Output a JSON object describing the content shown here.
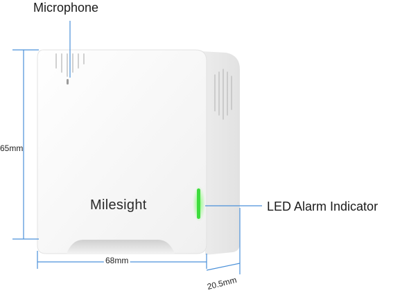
{
  "labels": {
    "microphone": "Microphone",
    "led": "LED Alarm Indicator"
  },
  "brand": {
    "logo": "Milesight"
  },
  "dimensions": {
    "height": "65mm",
    "width": "68mm",
    "depth": "20.5mm"
  },
  "colors": {
    "accent_line": "#4a90d9",
    "led": "#3ddc3d",
    "device_body": "#f7f7f7"
  }
}
